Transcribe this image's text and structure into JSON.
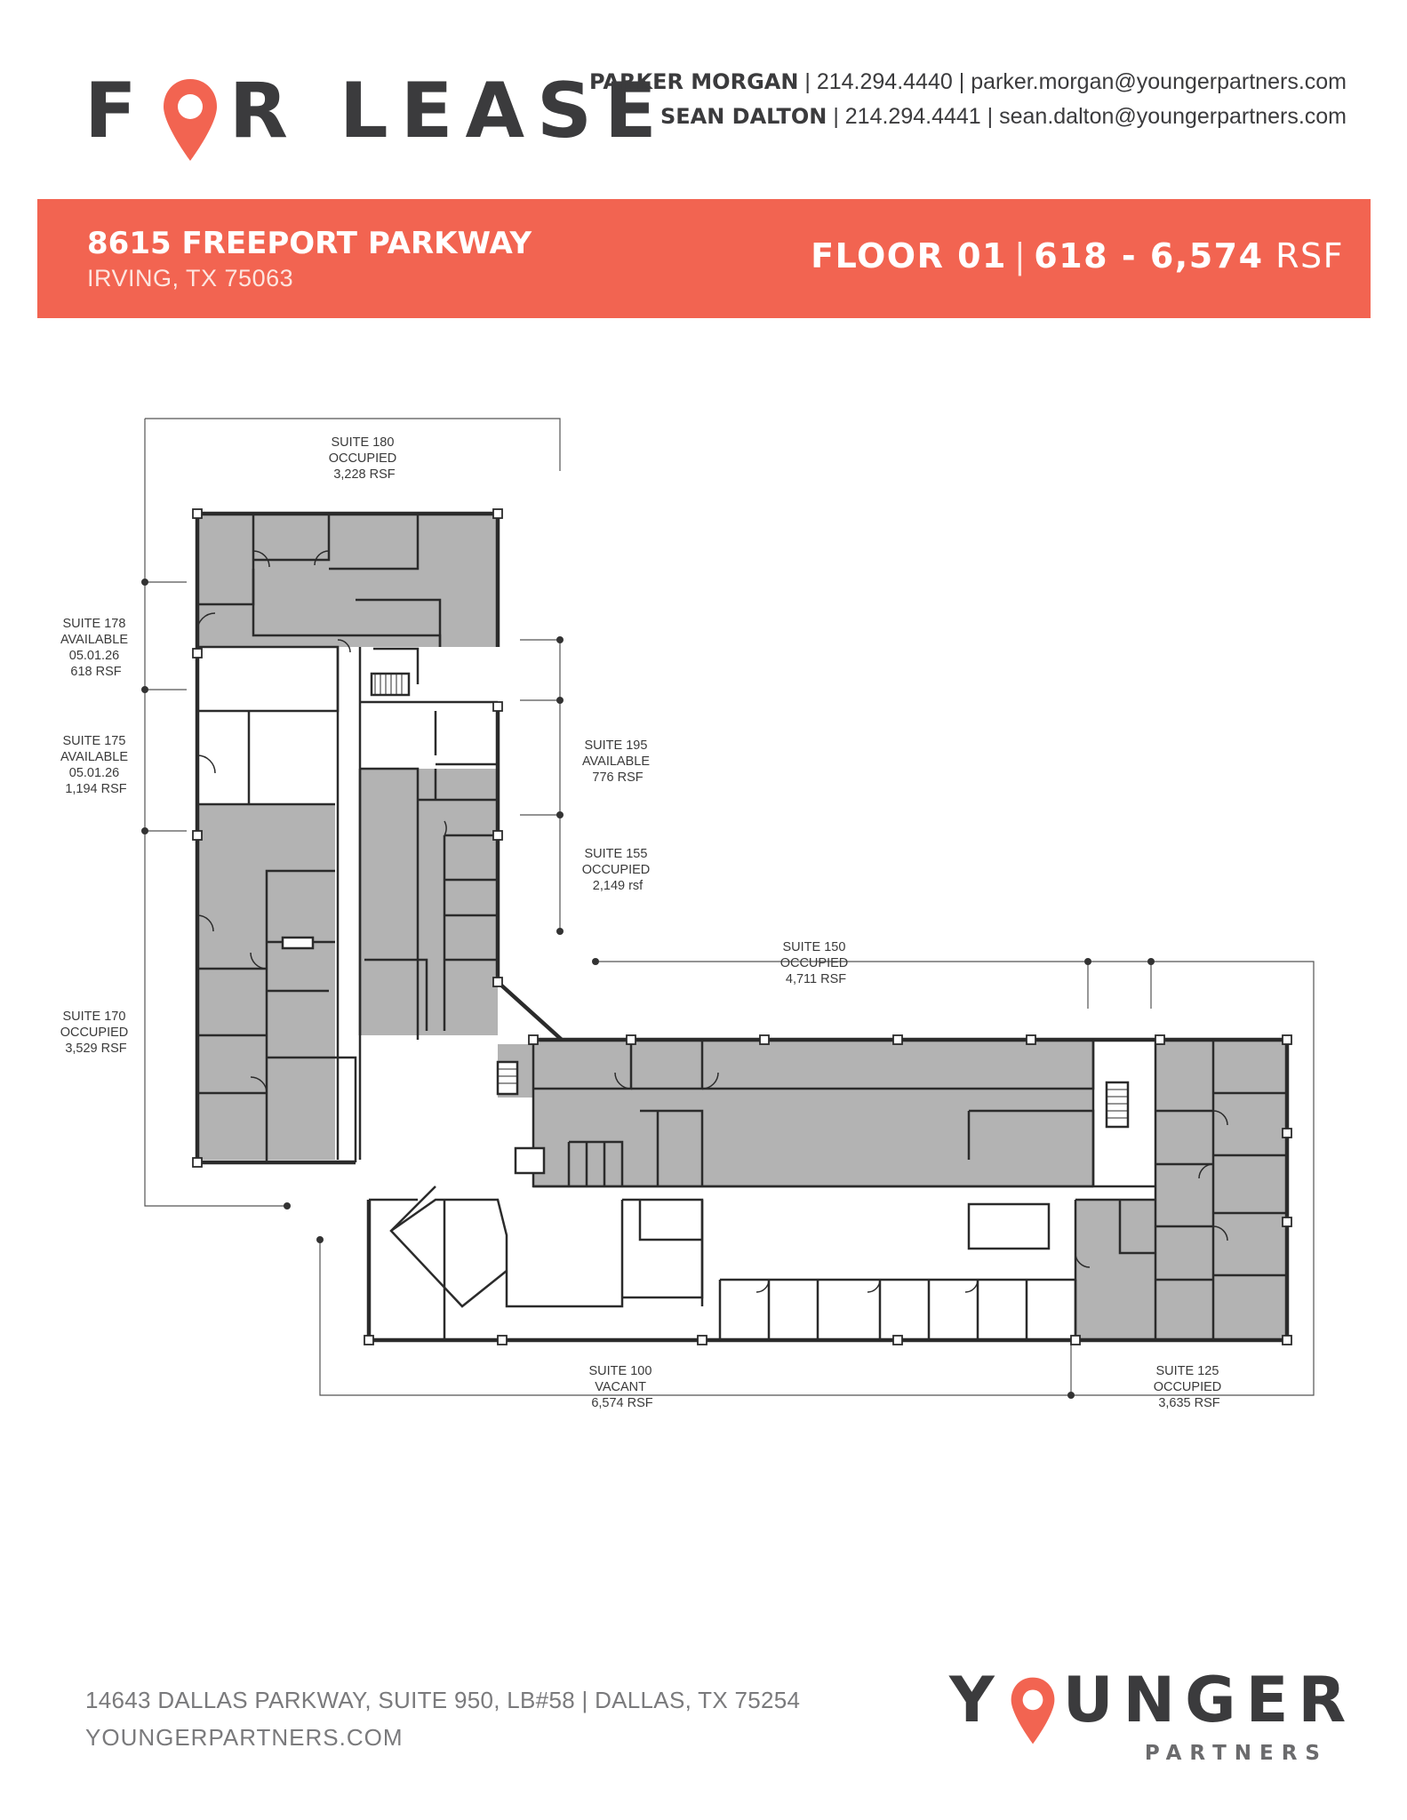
{
  "header": {
    "logo_letter_1": "F",
    "logo_letters_2": "R LEASE",
    "contacts": [
      {
        "name": "PARKER MORGAN",
        "phone": "214.294.4440",
        "email": "parker.morgan@youngerpartners.com"
      },
      {
        "name": "SEAN DALTON",
        "phone": "214.294.4441",
        "email": "sean.dalton@youngerpartners.com"
      }
    ]
  },
  "banner": {
    "property_name": "8615 FREEPORT PARKWAY",
    "city": "IRVING, TX 75063",
    "floor": "FLOOR 01",
    "size_range": "618 - 6,574",
    "unit": "RSF"
  },
  "floor_plan": {
    "suites": [
      {
        "line1": "SUITE 180",
        "line2": "OCCUPIED",
        "line3": "3,228 RSF"
      },
      {
        "line1": "SUITE 178",
        "line2": "AVAILABLE",
        "line3": "05.01.26",
        "line4": "618 RSF"
      },
      {
        "line1": "SUITE 175",
        "line2": "AVAILABLE",
        "line3": "05.01.26",
        "line4": "1,194 RSF"
      },
      {
        "line1": "SUITE 170",
        "line2": "OCCUPIED",
        "line3": "3,529 RSF"
      },
      {
        "line1": "SUITE 195",
        "line2": "AVAILABLE",
        "line3": "776 RSF"
      },
      {
        "line1": "SUITE 155",
        "line2": "OCCUPIED",
        "line3": "2,149 rsf"
      },
      {
        "line1": "SUITE 150",
        "line2": "OCCUPIED",
        "line3": "4,711 RSF"
      },
      {
        "line1": "SUITE 100",
        "line2": "VACANT",
        "line3": "6,574 RSF"
      },
      {
        "line1": "SUITE 125",
        "line2": "OCCUPIED",
        "line3": "3,635 RSF"
      }
    ]
  },
  "footer": {
    "address": "14643 DALLAS PARKWAY, SUITE 950, LB#58 | DALLAS, TX 75254",
    "website": "YOUNGERPARTNERS.COM",
    "brand_letter_1": "Y",
    "brand_letters_2": "UNGER",
    "brand_sub": "PARTNERS"
  },
  "colors": {
    "accent": "#f26451",
    "dark": "#3b3b3d",
    "occupied_fill": "#b3b3b3",
    "wall": "#2b2b2b"
  }
}
